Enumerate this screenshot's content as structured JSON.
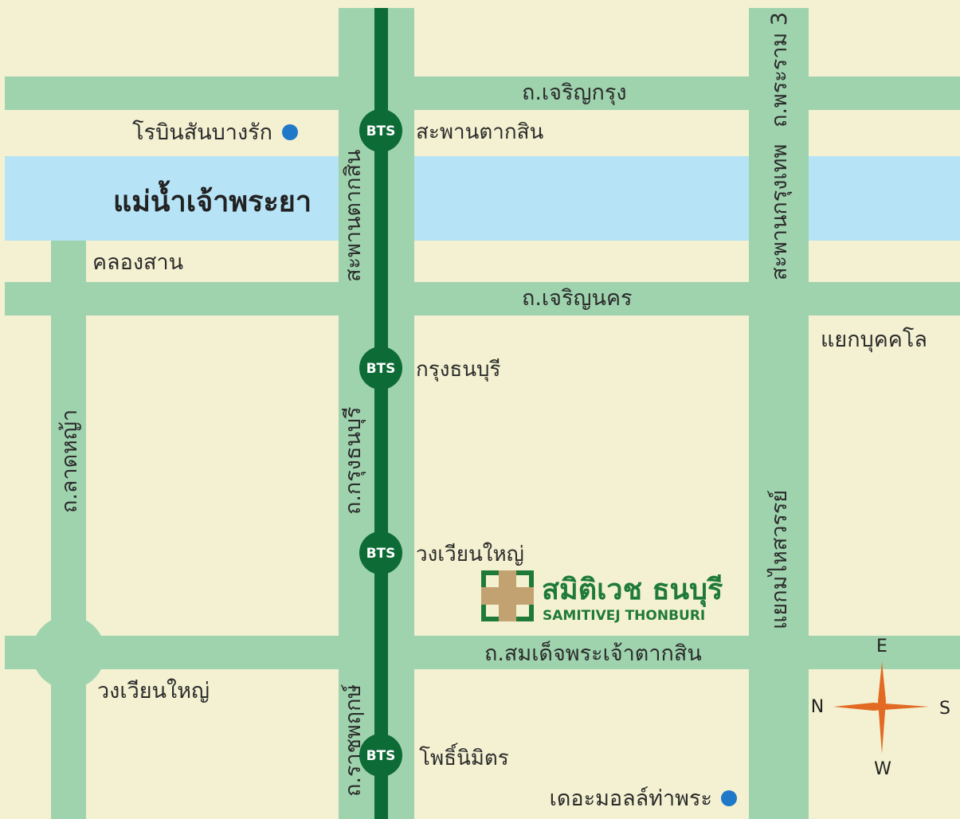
{
  "colors": {
    "background": "#f3f1d1",
    "road": "#9fd3ae",
    "river": "#b6e3f6",
    "bts_line": "#0d6b36",
    "bts_badge": "#0d6b36",
    "poi_dot": "#1f78c8",
    "hospital_green": "#1f7a3a",
    "hospital_tan": "#c2a271",
    "compass": "#e26a22"
  },
  "river": {
    "label": "แม่น้ำเจ้าพระยา"
  },
  "roads": {
    "charoen_krung": "ถ.เจริญกรุง",
    "charoen_nakhon": "ถ.เจริญนคร",
    "somdet_phra_chao_taksin": "ถ.สมเด็จพระเจ้าตากสิน",
    "rama3": "ถ.พระราม 3",
    "krungthep_bridge": "สะพานกรุงเทพ",
    "taksin_bridge": "สะพานตากสิน",
    "krung_thonburi": "ถ.กรุงธนบุรี",
    "ratchaphruek": "ถ.ราชพฤกษ์",
    "lat_ya": "ถ.ลาดหญ้า",
    "khlong_san": "คลองสาน",
    "wongwian_yai_circle": "วงเวียนใหญ่",
    "yaek_buk_kha_lo": "แยกบุคคโล",
    "yaek_mahaisawan": "แยกมไหสวรรย์"
  },
  "stations": [
    {
      "badge": "BTS",
      "name": "สะพานตากสิน"
    },
    {
      "badge": "BTS",
      "name": "กรุงธนบุรี"
    },
    {
      "badge": "BTS",
      "name": "วงเวียนใหญ่"
    },
    {
      "badge": "BTS",
      "name": "โพธิ์นิมิตร"
    }
  ],
  "poi": {
    "robinson": "โรบินสันบางรัก",
    "the_mall": "เดอะมอลล์ท่าพระ"
  },
  "hospital": {
    "name_th": "สมิติเวช ธนบุรี",
    "name_en": "SAMITIVEJ THONBURI",
    "icon": "hospital-cross-icon"
  },
  "compass": {
    "north": "N",
    "east": "E",
    "south": "S",
    "west": "W"
  }
}
